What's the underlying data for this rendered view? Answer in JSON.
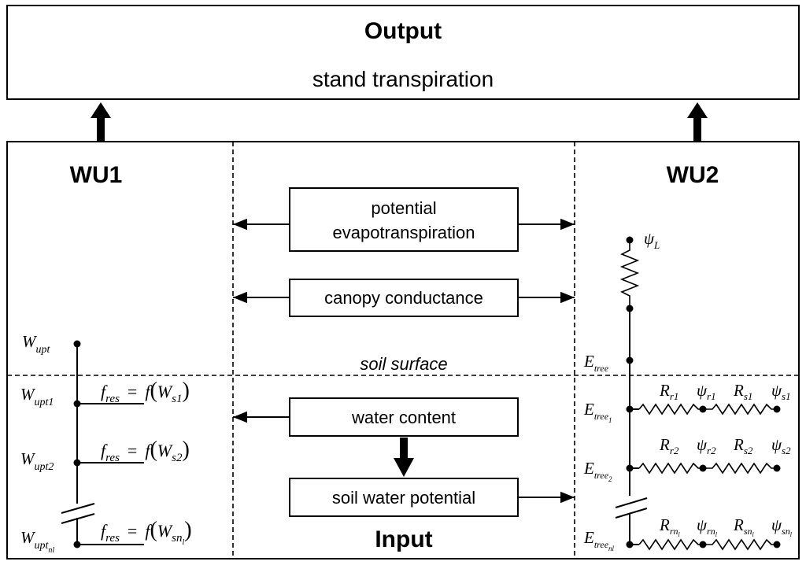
{
  "output": {
    "title": "Output",
    "subtitle": "stand transpiration"
  },
  "wu1": {
    "title": "WU1",
    "w_top": "W",
    "w_top_sub": "upt",
    "layers": [
      {
        "w": "W",
        "w_sub": "upt1",
        "f": "f",
        "f_sub": "res",
        "eq": "=",
        "fn": "f",
        "ws": "W",
        "ws_sub": "s1"
      },
      {
        "w": "W",
        "w_sub": "upt2",
        "f": "f",
        "f_sub": "res",
        "eq": "=",
        "fn": "f",
        "ws": "W",
        "ws_sub": "s2"
      },
      {
        "w": "W",
        "w_sub": "upt",
        "w_sub2": "nl",
        "f": "f",
        "f_sub": "res",
        "eq": "=",
        "fn": "f",
        "ws": "W",
        "ws_sub": "sn",
        "ws_sub2": "l"
      }
    ]
  },
  "wu2": {
    "title": "WU2",
    "psi_L": "ψ",
    "psi_L_sub": "L",
    "e_tree": "E",
    "e_tree_sub": "tree",
    "layers": [
      {
        "e": "E",
        "e_sub": "tree",
        "e_sub2": "1",
        "rr": "R",
        "rr_sub": "r1",
        "psir": "ψ",
        "psir_sub": "r1",
        "rs": "R",
        "rs_sub": "s1",
        "psis": "ψ",
        "psis_sub": "s1"
      },
      {
        "e": "E",
        "e_sub": "tree",
        "e_sub2": "2",
        "rr": "R",
        "rr_sub": "r2",
        "psir": "ψ",
        "psir_sub": "r2",
        "rs": "R",
        "rs_sub": "s2",
        "psis": "ψ",
        "psis_sub": "s2"
      },
      {
        "e": "E",
        "e_sub": "tree",
        "e_sub2": "nl",
        "rr": "R",
        "rr_sub": "rn",
        "rr_sub2": "l",
        "psir": "ψ",
        "psir_sub": "rn",
        "psir_sub2": "l",
        "rs": "R",
        "rs_sub": "sn",
        "rs_sub2": "l",
        "psis": "ψ",
        "psis_sub": "sn",
        "psis_sub2": "l"
      }
    ]
  },
  "center": {
    "potential_line1": "potential",
    "potential_line2": "evapotranspiration",
    "canopy": "canopy conductance",
    "soil_surface": "soil surface",
    "water_content": "water content",
    "soil_water_potential": "soil water potential",
    "input": "Input"
  }
}
